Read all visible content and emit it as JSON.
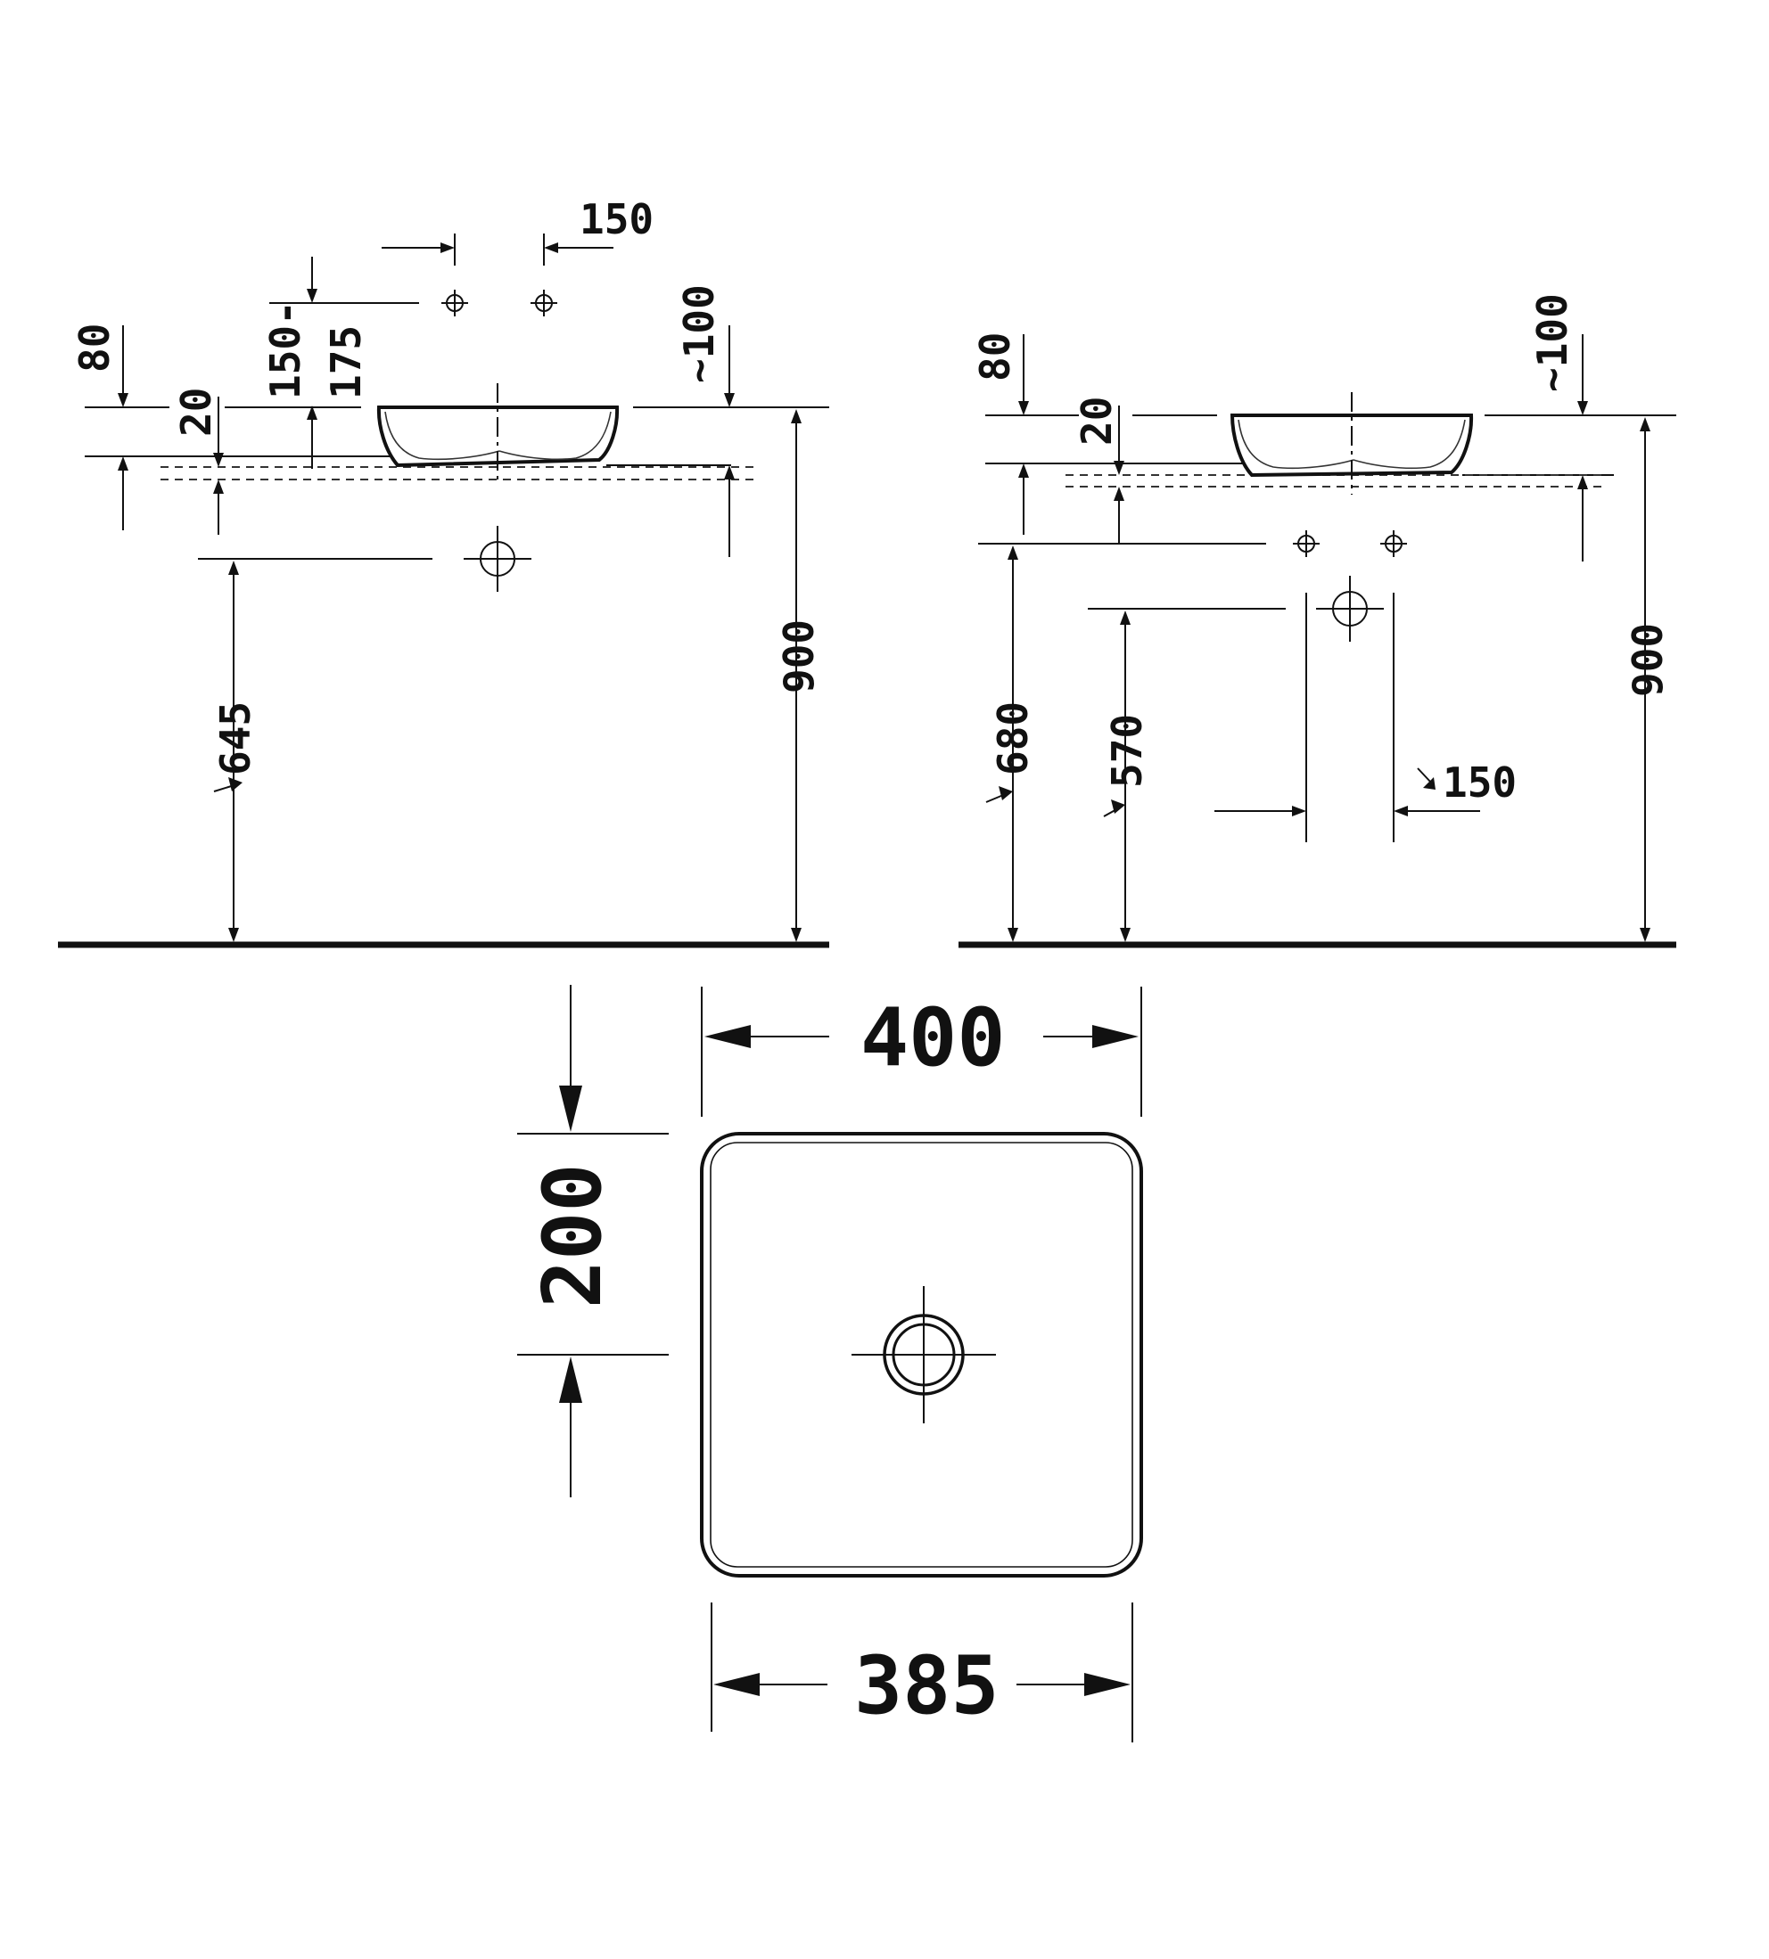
{
  "views": {
    "left": {
      "top_150": "150",
      "label_80": "80",
      "label_20": "20",
      "label_150_175_a": "150-",
      "label_150_175_b": "175",
      "label_100": "~100",
      "label_900": "900",
      "label_645": "645"
    },
    "right": {
      "label_80": "80",
      "label_20": "20",
      "label_100": "~100",
      "label_900": "900",
      "label_680": "680",
      "label_570": "570",
      "label_150": "150"
    },
    "plan": {
      "width_top": "400",
      "height": "200",
      "width_bottom": "385"
    }
  }
}
